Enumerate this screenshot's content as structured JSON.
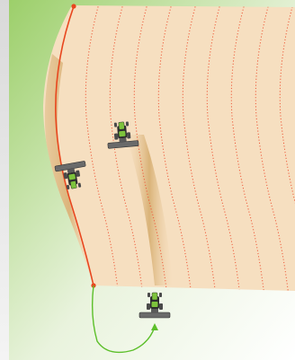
{
  "diagram": {
    "background_left": "#d9d9d9",
    "grass_color": "#9ccf6a",
    "grass_light_color": "#e9f3dd",
    "field_color": "#f6dfc0",
    "worked_swath_color": "#d8b074",
    "guidance_line_color": "#ee5a3a",
    "ab_line_color": "#e8461e",
    "turn_path_color": "#5cbf2a",
    "vehicle_cab_color": "#7dc33c",
    "vehicle_dark_color": "#2e2e2e",
    "implement_color": "#6a6a6a",
    "wheel_color": "#4a4a4a",
    "components": {
      "field_polygon": "field",
      "worked_swaths": "worked-swath",
      "guidance_lines": "guidance-line",
      "ab_line": "ab-line",
      "turn_path": "headland-turn-path",
      "vehicles": "tractor-with-implement"
    },
    "vehicle_count": 3,
    "guidance_line_count": 9
  }
}
